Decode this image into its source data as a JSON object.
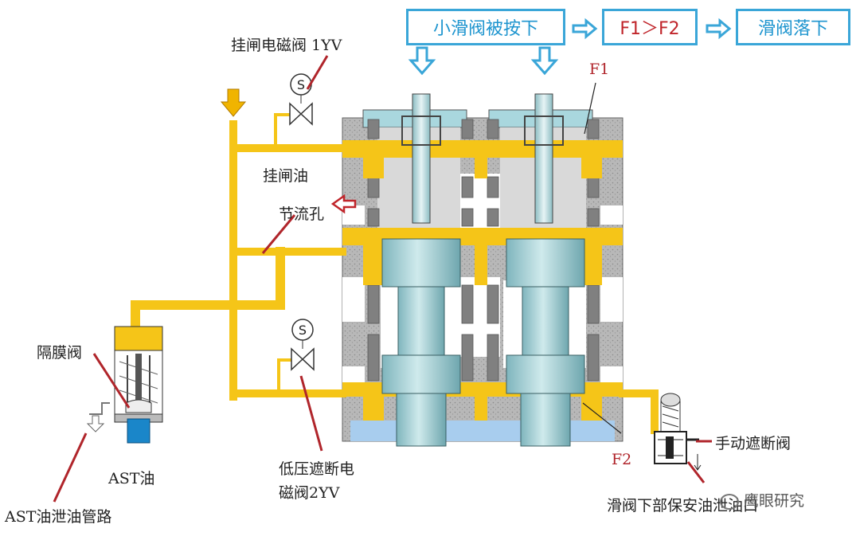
{
  "flow": {
    "step1": "小滑阀被按下",
    "step2": "F1＞F2",
    "step3": "滑阀落下"
  },
  "labels": {
    "trip_solenoid": "挂闸电磁阀 1YV",
    "trip_oil": "挂闸油",
    "orifice": "节流孔",
    "diaphragm_valve": "隔膜阀",
    "ast_oil": "AST油",
    "ast_drain": "AST油泄油管路",
    "low_pressure_solenoid_line1": "低压遮断电",
    "low_pressure_solenoid_line2": "磁阀2YV",
    "f1": "F1",
    "f2": "F2",
    "manual_trip_valve": "手动遮断阀",
    "slide_valve_port": "滑阀下部保安油泄油口",
    "solenoid_symbol": "S"
  },
  "watermark": "鹰眼研究",
  "colors": {
    "oil": "#f5c518",
    "frame_blue": "#3aa6d8",
    "annotation_red": "#b0252b",
    "spool": "#9fcfd4",
    "body_grey": "#8d8d8d",
    "light_grey": "#d6d6d6",
    "ast_blue": "#1a86c9"
  }
}
